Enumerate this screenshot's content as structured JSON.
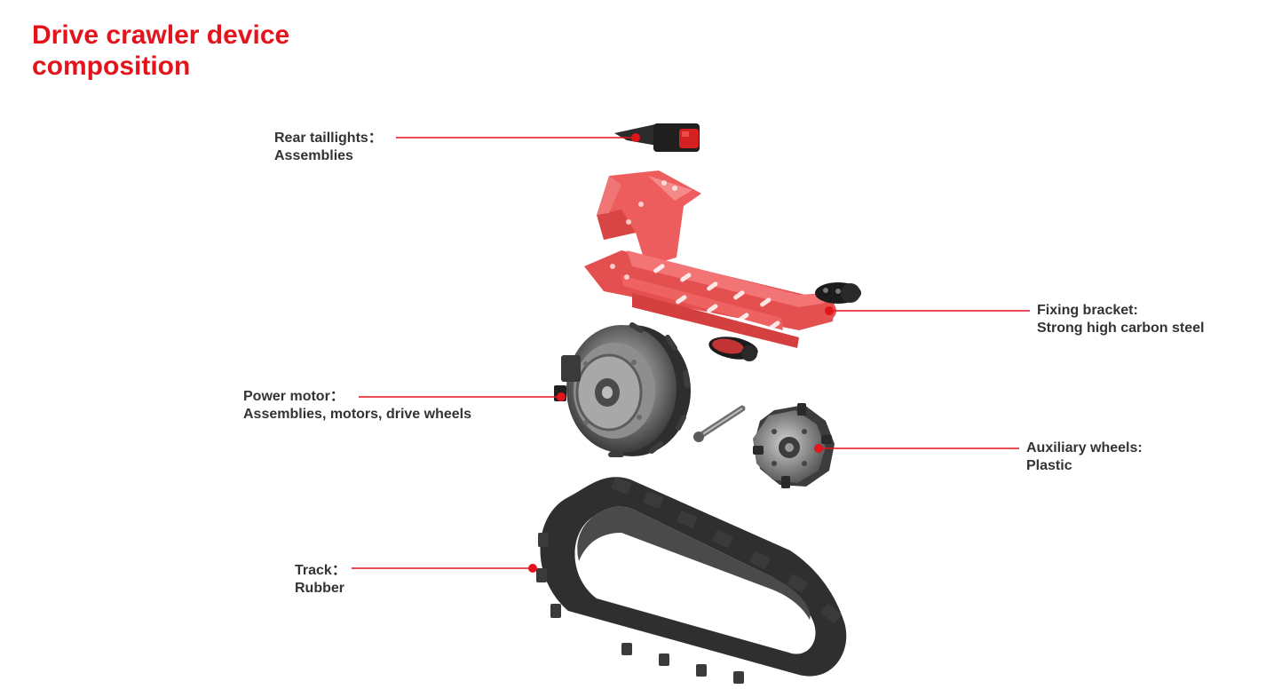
{
  "title": "Drive crawler device composition",
  "accent_color": "#e3141b",
  "parts": [
    {
      "id": "rear-taillights",
      "name": "Rear taillights：",
      "detail": "Assemblies",
      "icon": "taillight-icon"
    },
    {
      "id": "fixing-bracket",
      "name": "Fixing bracket:",
      "detail": "Strong high carbon steel",
      "icon": "bracket-icon"
    },
    {
      "id": "power-motor",
      "name": "Power motor：",
      "detail": "Assemblies, motors, drive wheels",
      "icon": "motor-wheel-icon"
    },
    {
      "id": "auxiliary-wheels",
      "name": "Auxiliary wheels:",
      "detail": "Plastic",
      "icon": "auxiliary-wheel-icon"
    },
    {
      "id": "track",
      "name": "Track：",
      "detail": "Rubber",
      "icon": "rubber-track-icon"
    }
  ]
}
